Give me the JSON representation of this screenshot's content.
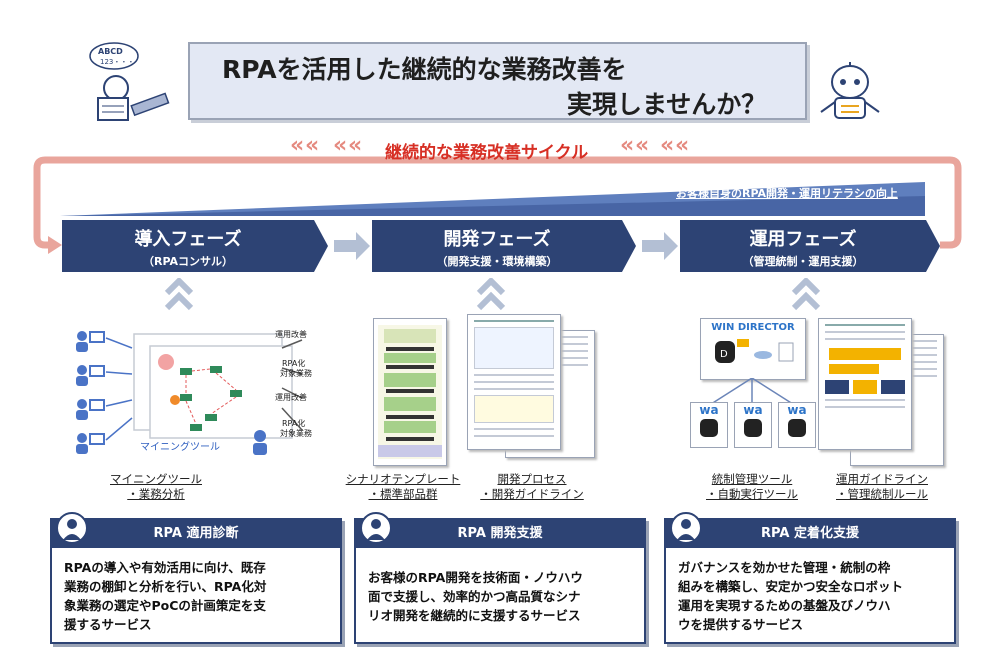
{
  "header": {
    "title_line1": "RPAを活用した継続的な業務改善を",
    "title_line2": "実現しませんか？",
    "doodle_text": "ABCD 123・・・"
  },
  "cycle": {
    "label": "継続的な業務改善サイクル",
    "chevron": "«",
    "literacy_label": "お客様自身のRPA開発・運用リテラシの向上"
  },
  "phases": [
    {
      "title": "導入フェーズ",
      "subtitle": "（RPAコンサル）"
    },
    {
      "title": "開発フェーズ",
      "subtitle": "（開発支援・環境構築）"
    },
    {
      "title": "運用フェーズ",
      "subtitle": "（管理統制・運用支援）"
    }
  ],
  "illustrations": {
    "mining": {
      "labels": [
        "運用改善",
        "RPA化\n対象業務",
        "運用改善",
        "RPA化\n対象業務"
      ],
      "rpa_label_top": "RPA化",
      "rpa_label_bottom": "対象業務",
      "op_label": "運用改善",
      "tool_label": "マイニングツール"
    },
    "win_director": "WIN DIRECTOR",
    "wa_logo": "wa"
  },
  "sub_labels": [
    {
      "line1": "マイニングツール",
      "line2": "・業務分析"
    },
    {
      "line1": "シナリオテンプレート",
      "line2": "・標準部品群"
    },
    {
      "line1": "開発プロセス",
      "line2": "・開発ガイドライン"
    },
    {
      "line1": "統制管理ツール",
      "line2": "・自動実行ツール"
    },
    {
      "line1": "運用ガイドライン",
      "line2": "・管理統制ルール"
    }
  ],
  "services": [
    {
      "title": "RPA 適用診断",
      "lines": [
        "RPAの導入や有効活用に向け、既存",
        "業務の棚卸と分析を行い、RPA化対",
        "象業務の選定やPoCの計画策定を支",
        "援するサービス"
      ]
    },
    {
      "title": "RPA 開発支援",
      "lines": [
        "お客様のRPA開発を技術面・ノウハウ",
        "面で支援し、効率的かつ高品質なシナ",
        "リオ開発を継続的に支援するサービス"
      ]
    },
    {
      "title": "RPA 定着化支援",
      "lines": [
        "ガバナンスを効かせた管理・統制の枠",
        "組みを構築し、安定かつ安全なロボット",
        "運用を実現するための基盤及びノウハ",
        "ウを提供するサービス"
      ]
    }
  ],
  "colors": {
    "navy": "#2d4374",
    "cycle_red": "#d72f24",
    "arrow_pink": "#e9a59c",
    "chevron_gray": "#b3bfd4"
  }
}
